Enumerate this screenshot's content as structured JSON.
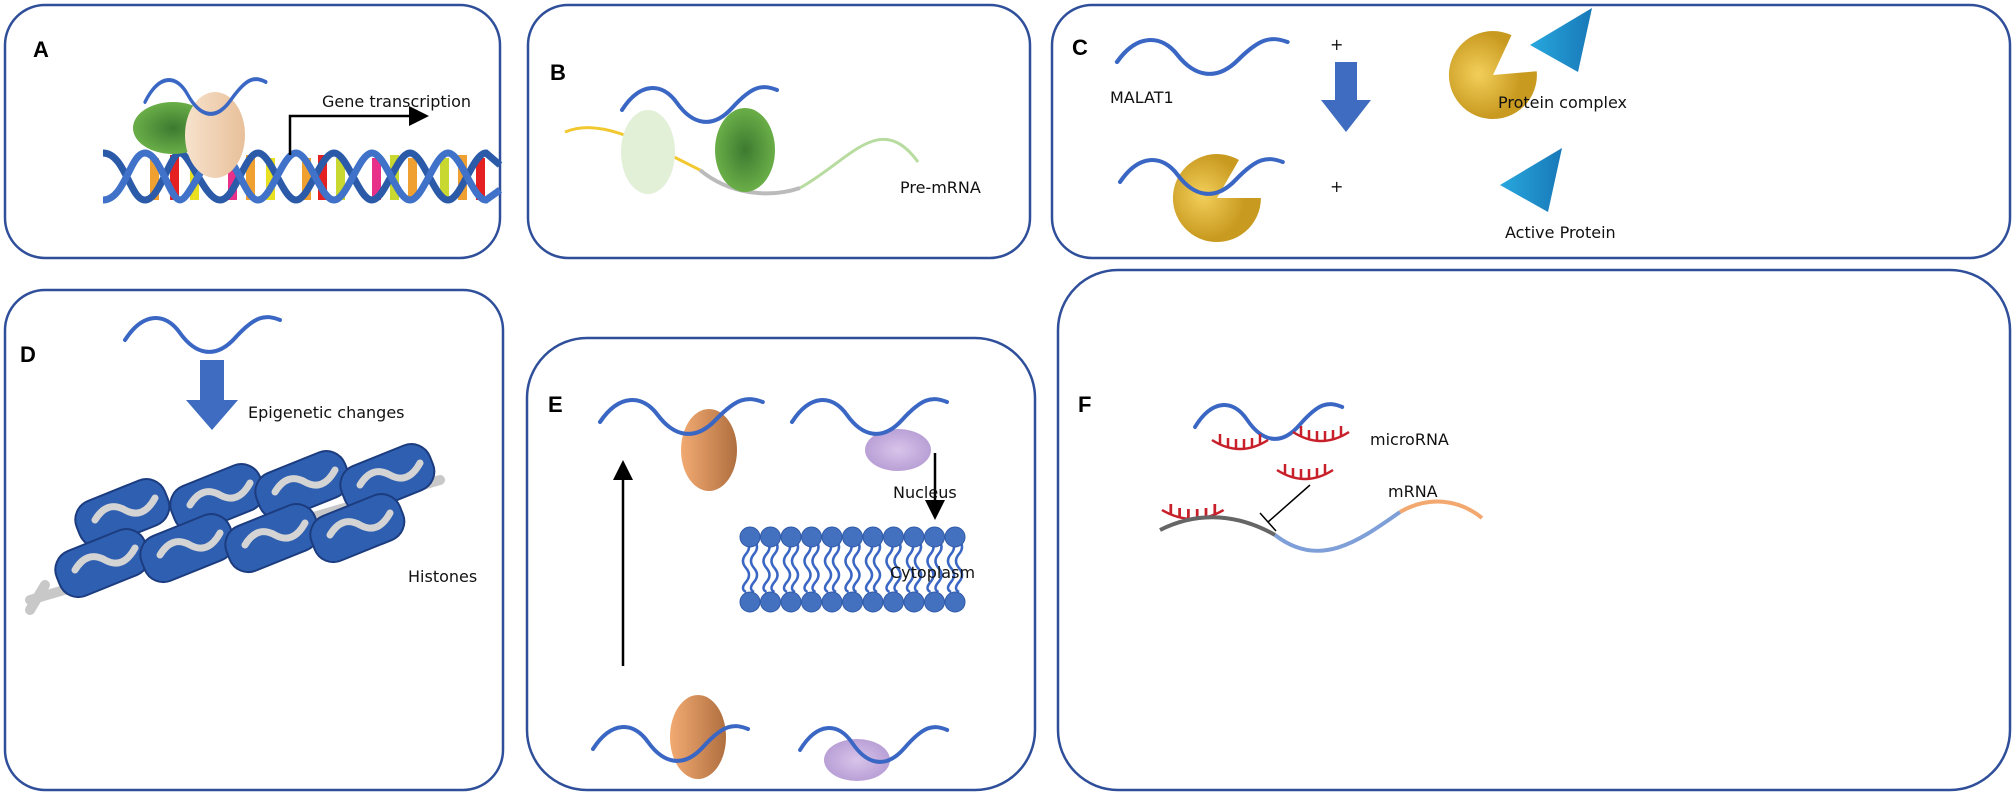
{
  "panels": {
    "a": {
      "label": "A",
      "text": "Gene transcription"
    },
    "b": {
      "label": "B",
      "text": "Pre-mRNA"
    },
    "c": {
      "label": "C",
      "malat": "MALAT1",
      "plus": "+",
      "complex": "Protein complex",
      "active": "Active Protein"
    },
    "d": {
      "label": "D",
      "text": "Epigenetic changes",
      "histones": "Histones"
    },
    "e": {
      "label": "E",
      "nucleus": "Nucleus",
      "cytoplasm": "Cytoplasm"
    },
    "f": {
      "label": "F",
      "microrna": "microRNA",
      "mrna": "mRNA"
    }
  },
  "colors": {
    "border": "#2f4f9a",
    "rna": "#3a66c4",
    "arrow": "#3f6cc0",
    "mirna": "#c8202a",
    "protein_orange": "#e09a62",
    "protein_purple": "#c7b0dc"
  }
}
